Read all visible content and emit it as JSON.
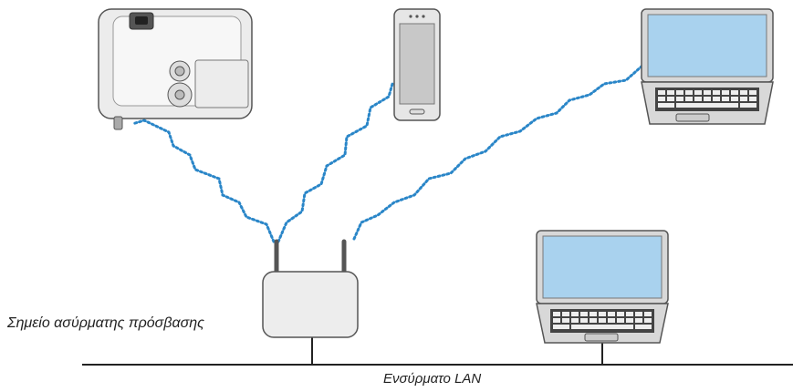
{
  "labels": {
    "access_point": "Σημείο ασύρματης πρόσβασης",
    "wired_lan": "Ενσύρματο LAN"
  },
  "nodes": [
    {
      "id": "projector",
      "icon": "projector-icon"
    },
    {
      "id": "smartphone",
      "icon": "smartphone-icon"
    },
    {
      "id": "wireless-laptop",
      "icon": "laptop-icon"
    },
    {
      "id": "access-point",
      "icon": "router-icon"
    },
    {
      "id": "wired-laptop",
      "icon": "laptop-icon"
    }
  ],
  "connections": [
    {
      "from": "access-point",
      "to": "projector",
      "style": "wireless-dotted"
    },
    {
      "from": "access-point",
      "to": "smartphone",
      "style": "wireless-dotted"
    },
    {
      "from": "access-point",
      "to": "wireless-laptop",
      "style": "wireless-dotted"
    },
    {
      "from": "access-point",
      "to": "wired-lan",
      "style": "wired"
    },
    {
      "from": "wired-laptop",
      "to": "wired-lan",
      "style": "wired"
    }
  ],
  "colors": {
    "wireless": "#2a86c8",
    "device_body": "#e8e8e8",
    "device_outline": "#555555",
    "screen": "#a9d2ee",
    "wire": "#222222"
  }
}
